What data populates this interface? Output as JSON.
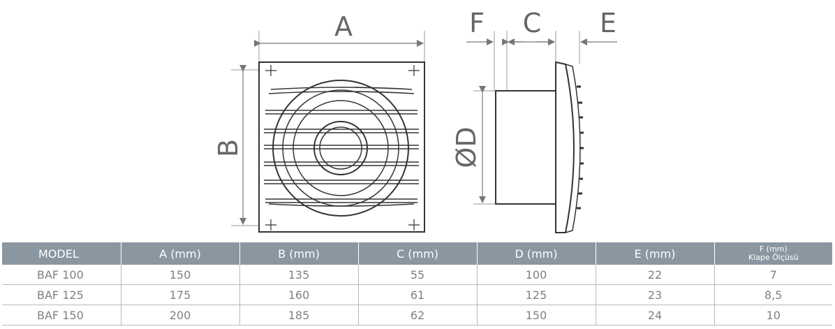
{
  "labels": {
    "a": "A",
    "b": "B",
    "c": "C",
    "d": "ØD",
    "e": "E",
    "f": "F"
  },
  "table": {
    "headers": [
      "MODEL",
      "A (mm)",
      "B (mm)",
      "C (mm)",
      "D (mm)",
      "E (mm)"
    ],
    "last_header_line1": "F (mm)",
    "last_header_line2": "Klape Ölçüsü",
    "rows": [
      [
        "BAF 100",
        "150",
        "135",
        "55",
        "100",
        "22",
        "7"
      ],
      [
        "BAF 125",
        "175",
        "160",
        "61",
        "125",
        "23",
        "8,5"
      ],
      [
        "BAF 150",
        "200",
        "185",
        "62",
        "150",
        "24",
        "10"
      ]
    ]
  }
}
